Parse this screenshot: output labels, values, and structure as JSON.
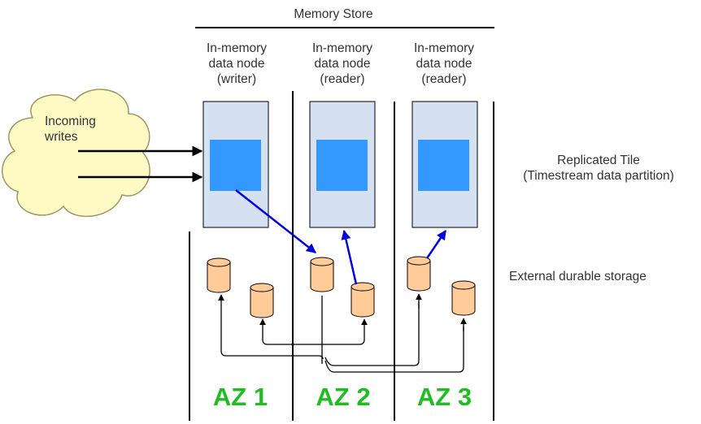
{
  "memory_store": {
    "title": "Memory Store"
  },
  "nodes": [
    {
      "label": "In-memory\ndata node\n(writer)"
    },
    {
      "label": "In-memory\ndata node\n(reader)"
    },
    {
      "label": "In-memory\ndata node\n(reader)"
    }
  ],
  "incoming": {
    "label": "Incoming\nwrites"
  },
  "legend": {
    "replicated_tile": "Replicated Tile\n(Timestream data partition)",
    "storage": "External durable storage"
  },
  "zones": [
    {
      "label": "AZ 1"
    },
    {
      "label": "AZ 2"
    },
    {
      "label": "AZ 3"
    }
  ],
  "colors": {
    "cloud_fill": "#fff9c4",
    "cloud_stroke": "#999966",
    "node_fill": "#d5e0f0",
    "tile_fill": "#3399ff",
    "cylinder_fill": "#ffcc99",
    "replication_arrow": "#0000dd",
    "zone_label": "#22bb22"
  }
}
